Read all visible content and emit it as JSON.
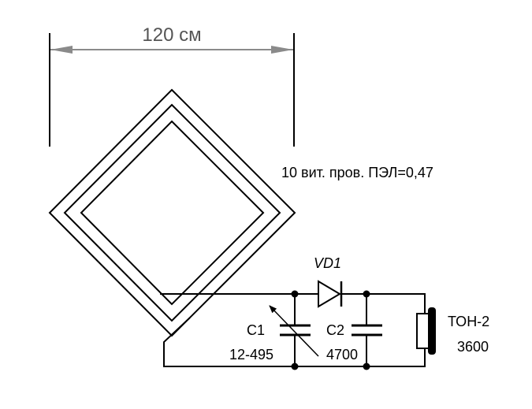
{
  "dimension": {
    "label": "120 см"
  },
  "coil": {
    "label": "10 вит. пров. ПЭЛ=0,47"
  },
  "diode": {
    "label": "VD1"
  },
  "capacitor_c1": {
    "name": "С1",
    "value": "12-495"
  },
  "capacitor_c2": {
    "name": "С2",
    "value": "4700"
  },
  "headphone": {
    "name": "ТОН-2",
    "value": "3600"
  },
  "colors": {
    "line": "#000000",
    "dimension": "#8a8a8a",
    "background": "#ffffff"
  }
}
